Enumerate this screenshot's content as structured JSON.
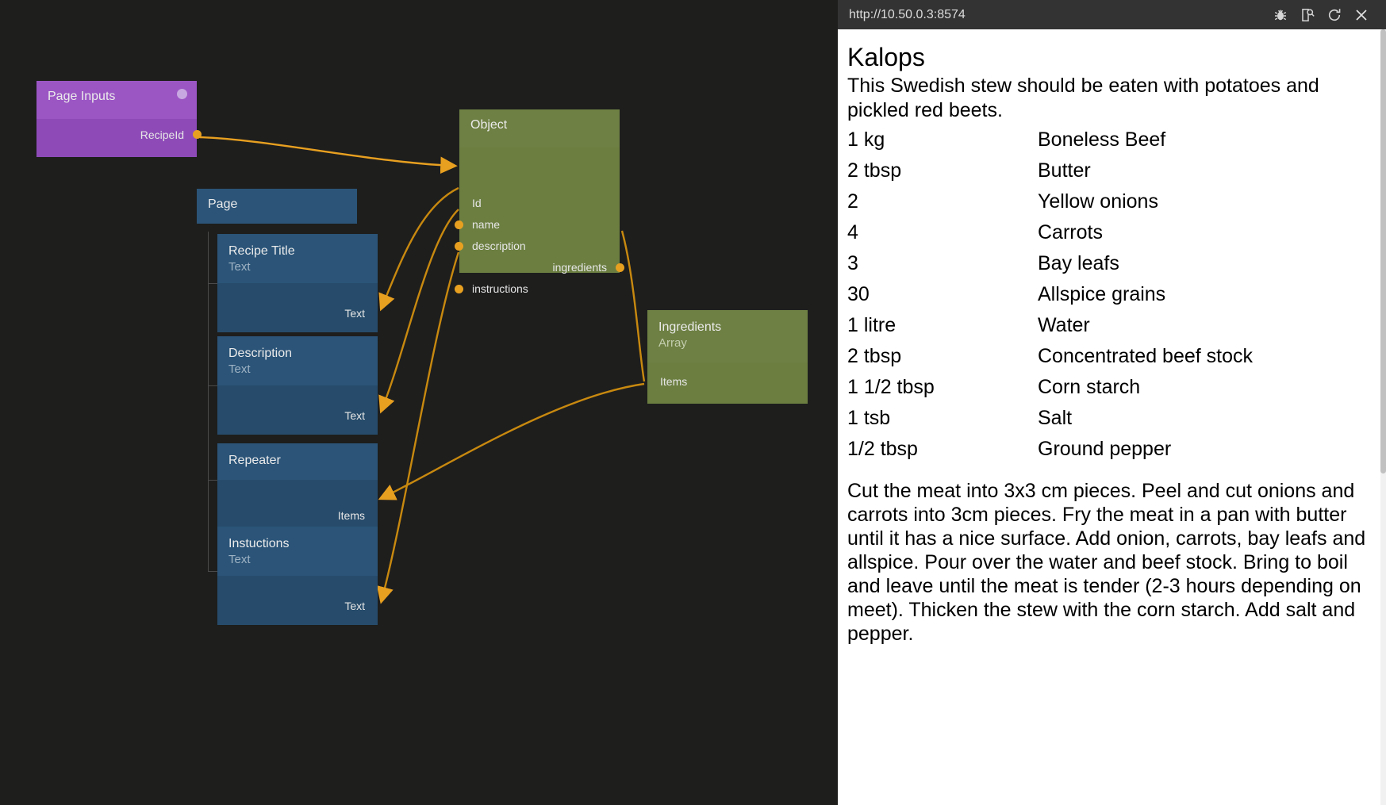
{
  "graph": {
    "nodes": [
      {
        "id": "page-inputs",
        "title": "Page Inputs",
        "kind": "purple",
        "ports_out": [
          "RecipeId"
        ]
      },
      {
        "id": "page",
        "title": "Page",
        "kind": "blue"
      },
      {
        "id": "recipe-title",
        "title": "Recipe Title",
        "subtitle": "Text",
        "kind": "blue",
        "ports_in": [
          "Text"
        ]
      },
      {
        "id": "description",
        "title": "Description",
        "subtitle": "Text",
        "kind": "blue",
        "ports_in": [
          "Text"
        ]
      },
      {
        "id": "repeater",
        "title": "Repeater",
        "subtitle": "",
        "kind": "blue",
        "ports_in": [
          "Items"
        ]
      },
      {
        "id": "instuctions",
        "title": "Instuctions",
        "subtitle": "Text",
        "kind": "blue",
        "ports_in": [
          "Text"
        ]
      },
      {
        "id": "object",
        "title": "Object",
        "kind": "green",
        "ports_in": [
          "Id",
          "name",
          "description",
          "instructions"
        ],
        "ports_out": [
          "ingredients"
        ]
      },
      {
        "id": "ingredients",
        "title": "Ingredients",
        "subtitle": "Array",
        "kind": "green",
        "ports_out": [
          "Items"
        ]
      }
    ]
  },
  "browser": {
    "url": "http://10.50.0.3:8574",
    "icons": [
      "bug-icon",
      "inspect-page-icon",
      "reload-icon",
      "close-icon"
    ]
  },
  "recipe": {
    "title": "Kalops",
    "description": "This Swedish stew should be eaten with potatoes and pickled red beets.",
    "ingredients": [
      {
        "amount": "1 kg",
        "name": "Boneless Beef"
      },
      {
        "amount": "2 tbsp",
        "name": "Butter"
      },
      {
        "amount": "2",
        "name": "Yellow onions"
      },
      {
        "amount": "4",
        "name": "Carrots"
      },
      {
        "amount": "3",
        "name": "Bay leafs"
      },
      {
        "amount": "30",
        "name": "Allspice grains"
      },
      {
        "amount": "1 litre",
        "name": "Water"
      },
      {
        "amount": "2 tbsp",
        "name": "Concentrated beef stock"
      },
      {
        "amount": "1 1/2 tbsp",
        "name": "Corn starch"
      },
      {
        "amount": "1 tsb",
        "name": "Salt"
      },
      {
        "amount": "1/2 tbsp",
        "name": "Ground pepper"
      }
    ],
    "instructions": "Cut the meat into 3x3 cm pieces. Peel and cut onions and carrots into 3cm pieces. Fry the meat in a pan with butter until it has a nice surface. Add onion, carrots, bay leafs and allspice. Pour over the water and beef stock. Bring to boil and leave until the meat is tender (2-3 hours depending on meet). Thicken the stew with the corn starch. Add salt and pepper."
  },
  "colors": {
    "canvas_bg": "#1e1e1d",
    "wire": "#d18f16",
    "purple": "#9b56c4",
    "blue": "#2b5478",
    "green": "#6e8043",
    "port_dot": "#e8a020"
  }
}
